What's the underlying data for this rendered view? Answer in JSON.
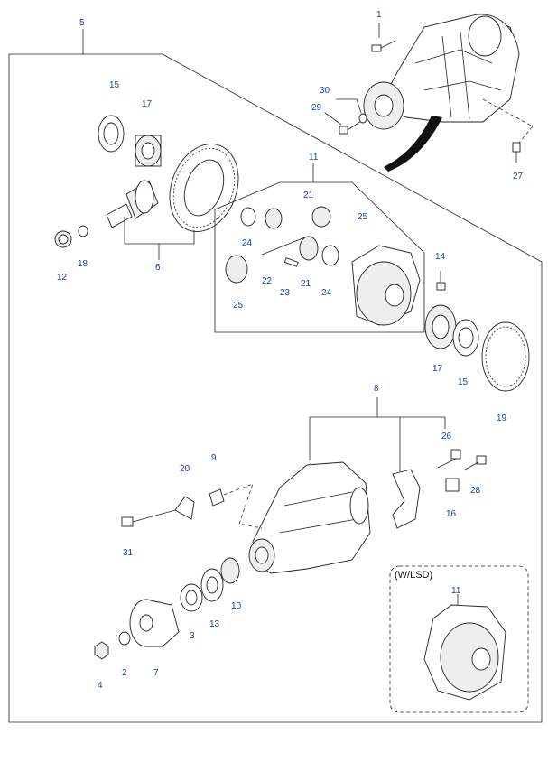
{
  "diagram": {
    "lsd_box_title": "(W/LSD)",
    "part_numbers": {
      "p1": "1",
      "p5": "5",
      "p30": "30",
      "p29": "29",
      "p27": "27",
      "p15a": "15",
      "p17a": "17",
      "p11a": "11",
      "p21a": "21",
      "p25a": "25",
      "p24a": "24",
      "p12": "12",
      "p18": "18",
      "p6": "6",
      "p22": "22",
      "p23": "23",
      "p21b": "21",
      "p24b": "24",
      "p25b": "25",
      "p14": "14",
      "p17b": "17",
      "p15b": "15",
      "p19": "19",
      "p8": "8",
      "p26": "26",
      "p28": "28",
      "p16": "16",
      "p20": "20",
      "p9": "9",
      "p31": "31",
      "p10": "10",
      "p13": "13",
      "p3": "3",
      "p7": "7",
      "p2": "2",
      "p4": "4",
      "p11b": "11"
    }
  }
}
